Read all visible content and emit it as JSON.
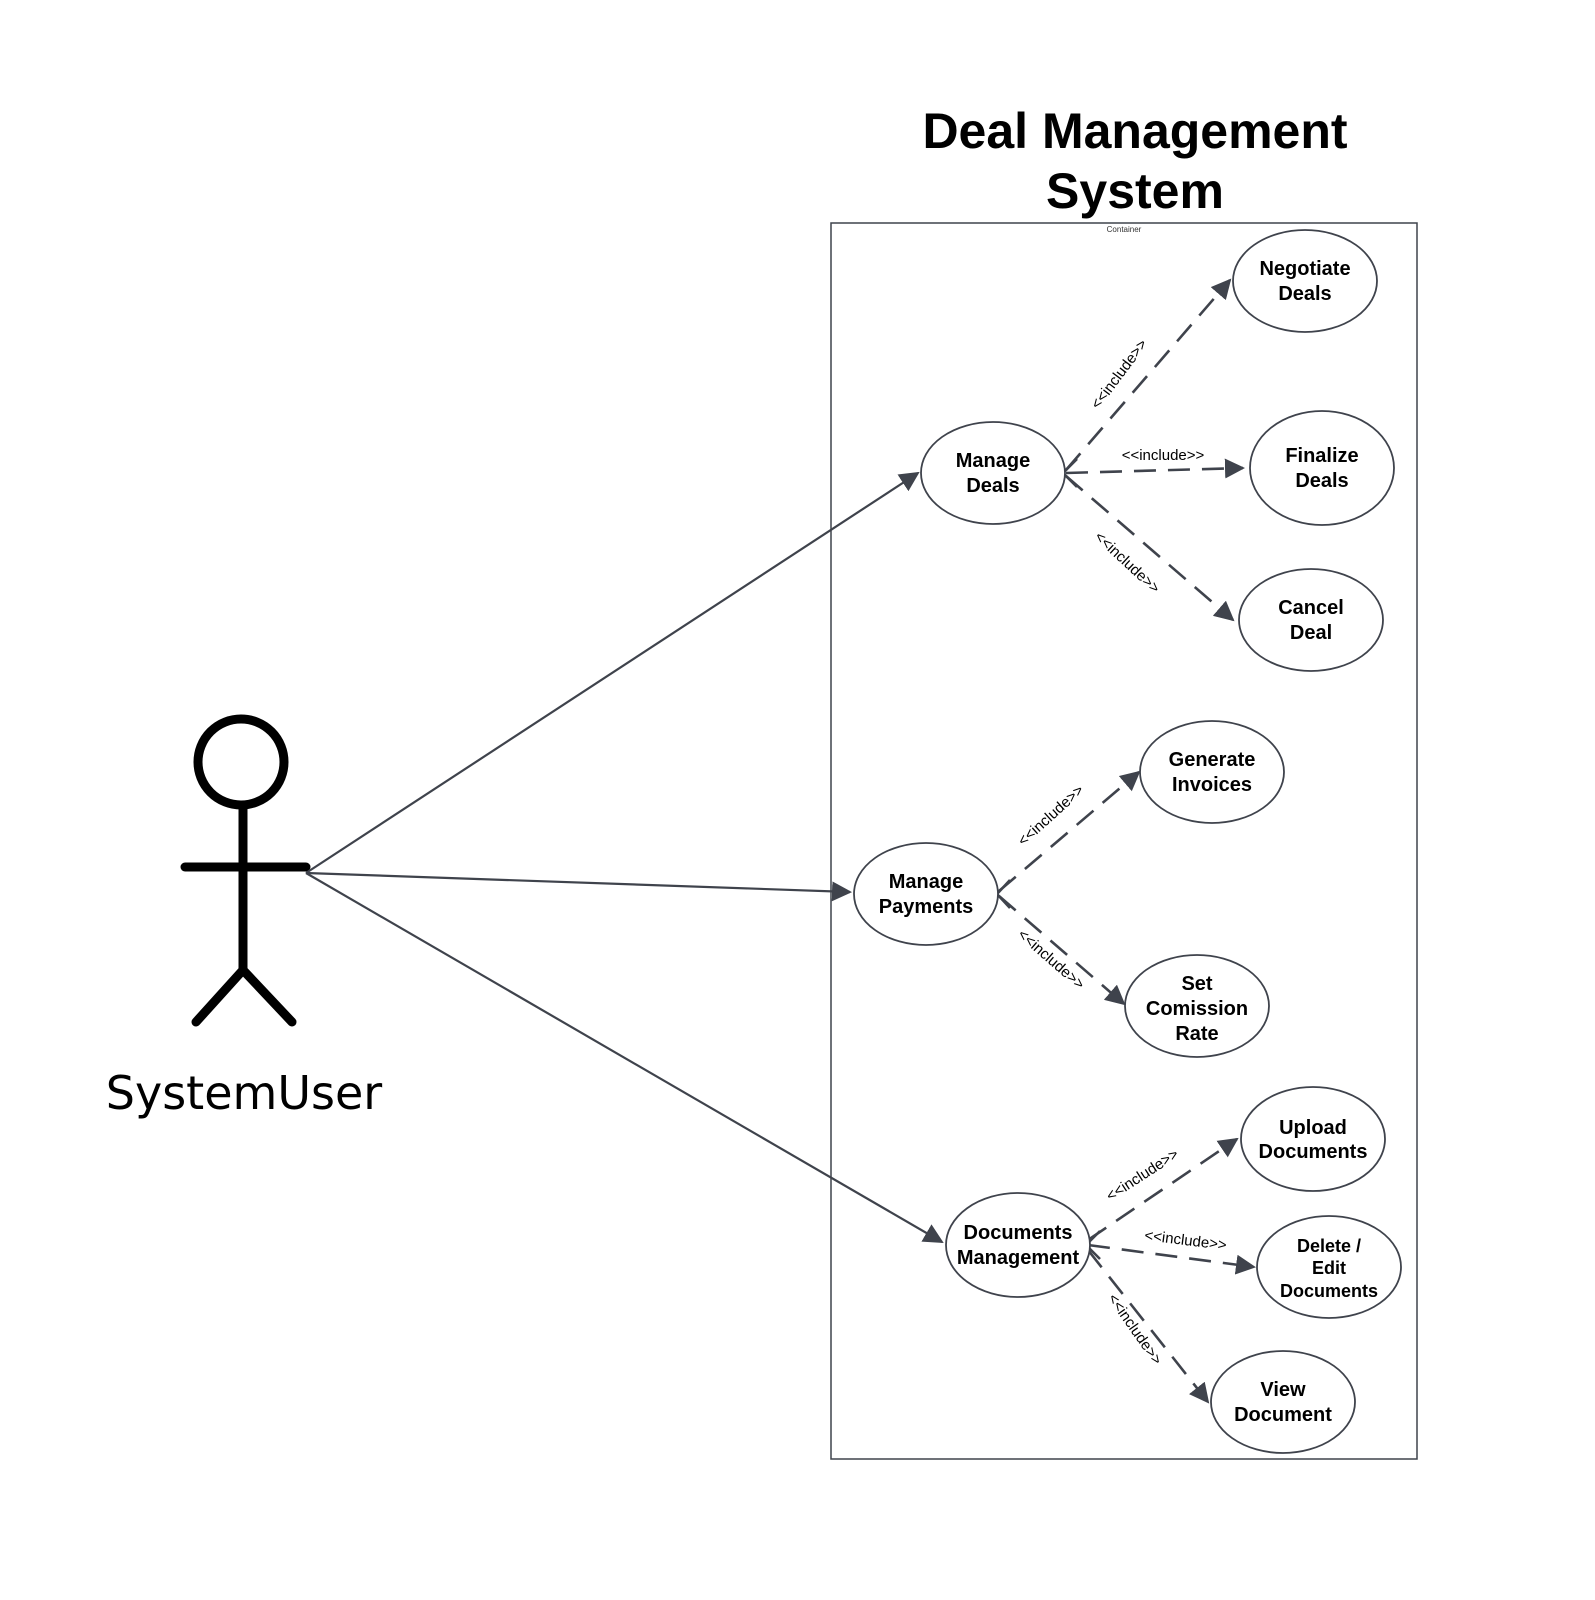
{
  "title": [
    "Deal Management",
    "System"
  ],
  "container_label": "Container",
  "actor": {
    "name": "SystemUser"
  },
  "colors": {
    "line": "#3f434c",
    "text": "#000000",
    "background": "#ffffff"
  },
  "use_cases": {
    "manage_deals": [
      "Manage",
      "Deals"
    ],
    "negotiate_deals": [
      "Negotiate",
      "Deals"
    ],
    "finalize_deals": [
      "Finalize",
      "Deals"
    ],
    "cancel_deal": [
      "Cancel",
      "Deal"
    ],
    "manage_payments": [
      "Manage",
      "Payments"
    ],
    "generate_invoices": [
      "Generate",
      "Invoices"
    ],
    "set_commission_rate": [
      "Set",
      "Comission",
      "Rate"
    ],
    "documents_management": [
      "Documents",
      "Management"
    ],
    "upload_documents": [
      "Upload",
      "Documents"
    ],
    "delete_edit_documents": [
      "Delete /",
      "Edit",
      "Documents"
    ],
    "view_document": [
      "View",
      "Document"
    ]
  },
  "relationships": {
    "include_label": "<<include>>",
    "associations": [
      "manage_deals",
      "manage_payments",
      "documents_management"
    ],
    "includes": [
      {
        "from": "manage_deals",
        "to": "negotiate_deals"
      },
      {
        "from": "manage_deals",
        "to": "finalize_deals"
      },
      {
        "from": "manage_deals",
        "to": "cancel_deal"
      },
      {
        "from": "manage_payments",
        "to": "generate_invoices"
      },
      {
        "from": "manage_payments",
        "to": "set_commission_rate"
      },
      {
        "from": "documents_management",
        "to": "upload_documents"
      },
      {
        "from": "documents_management",
        "to": "delete_edit_documents"
      },
      {
        "from": "documents_management",
        "to": "view_document"
      }
    ]
  }
}
